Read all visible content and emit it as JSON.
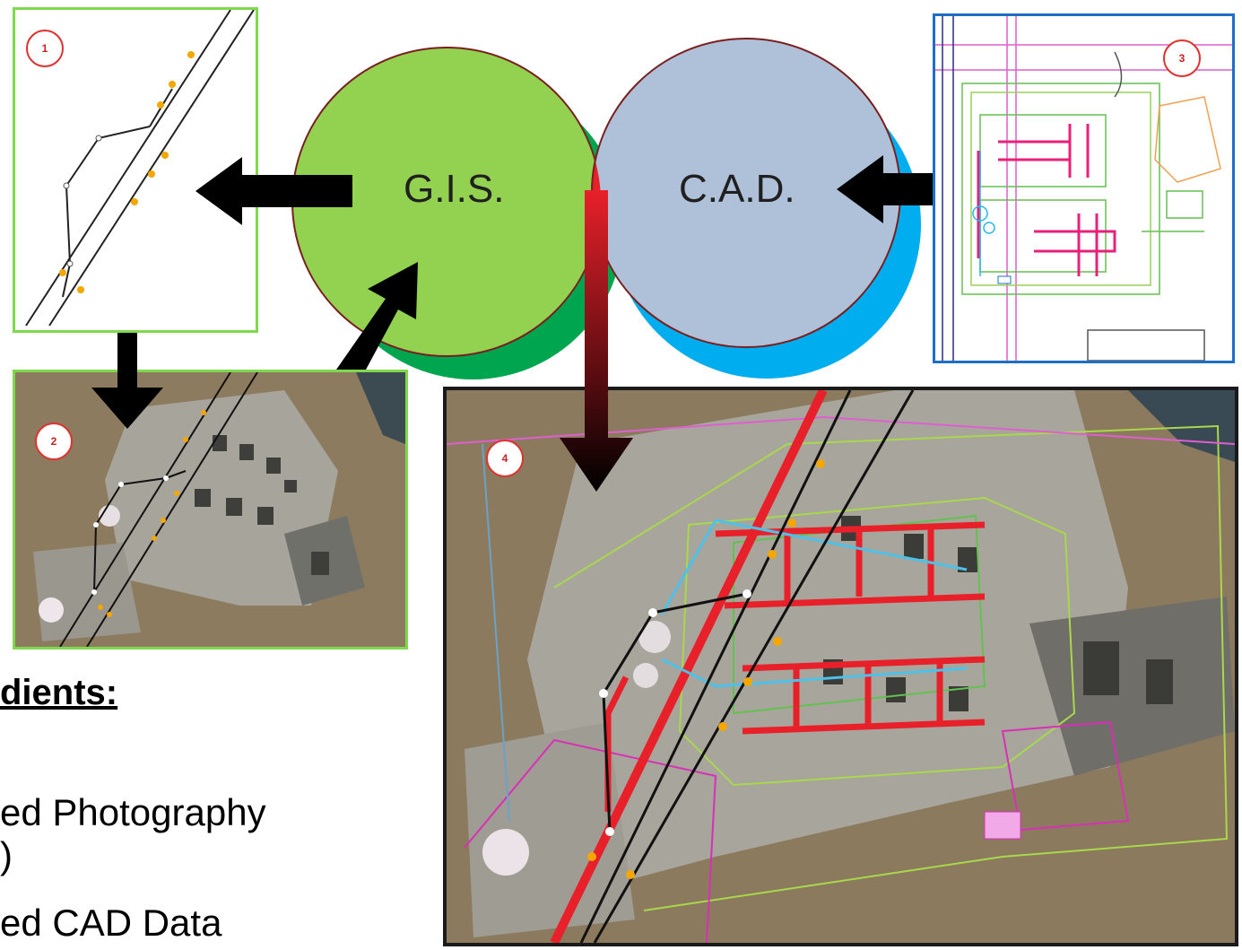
{
  "panels": {
    "p1": {
      "number": "1"
    },
    "p2": {
      "number": "2"
    },
    "p3": {
      "number": "3"
    },
    "p4": {
      "number": "4"
    }
  },
  "venn": {
    "left_label": "G.I.S.",
    "right_label": "C.A.D.",
    "left_color": "#93d150",
    "right_color": "#afc1d9",
    "overlap_color": "#e8202a",
    "left_shadow": "#00a64f",
    "right_shadow": "#00aeef"
  },
  "text": {
    "heading": "dients:",
    "line1": "ed Photography",
    "line2": ")",
    "line3": "ed CAD Data"
  },
  "colors": {
    "panel1_border": "#7fd94c",
    "panel2_border": "#7fd94c",
    "panel3_border": "#1e6fc4",
    "panel4_border": "#1a1a1a"
  }
}
